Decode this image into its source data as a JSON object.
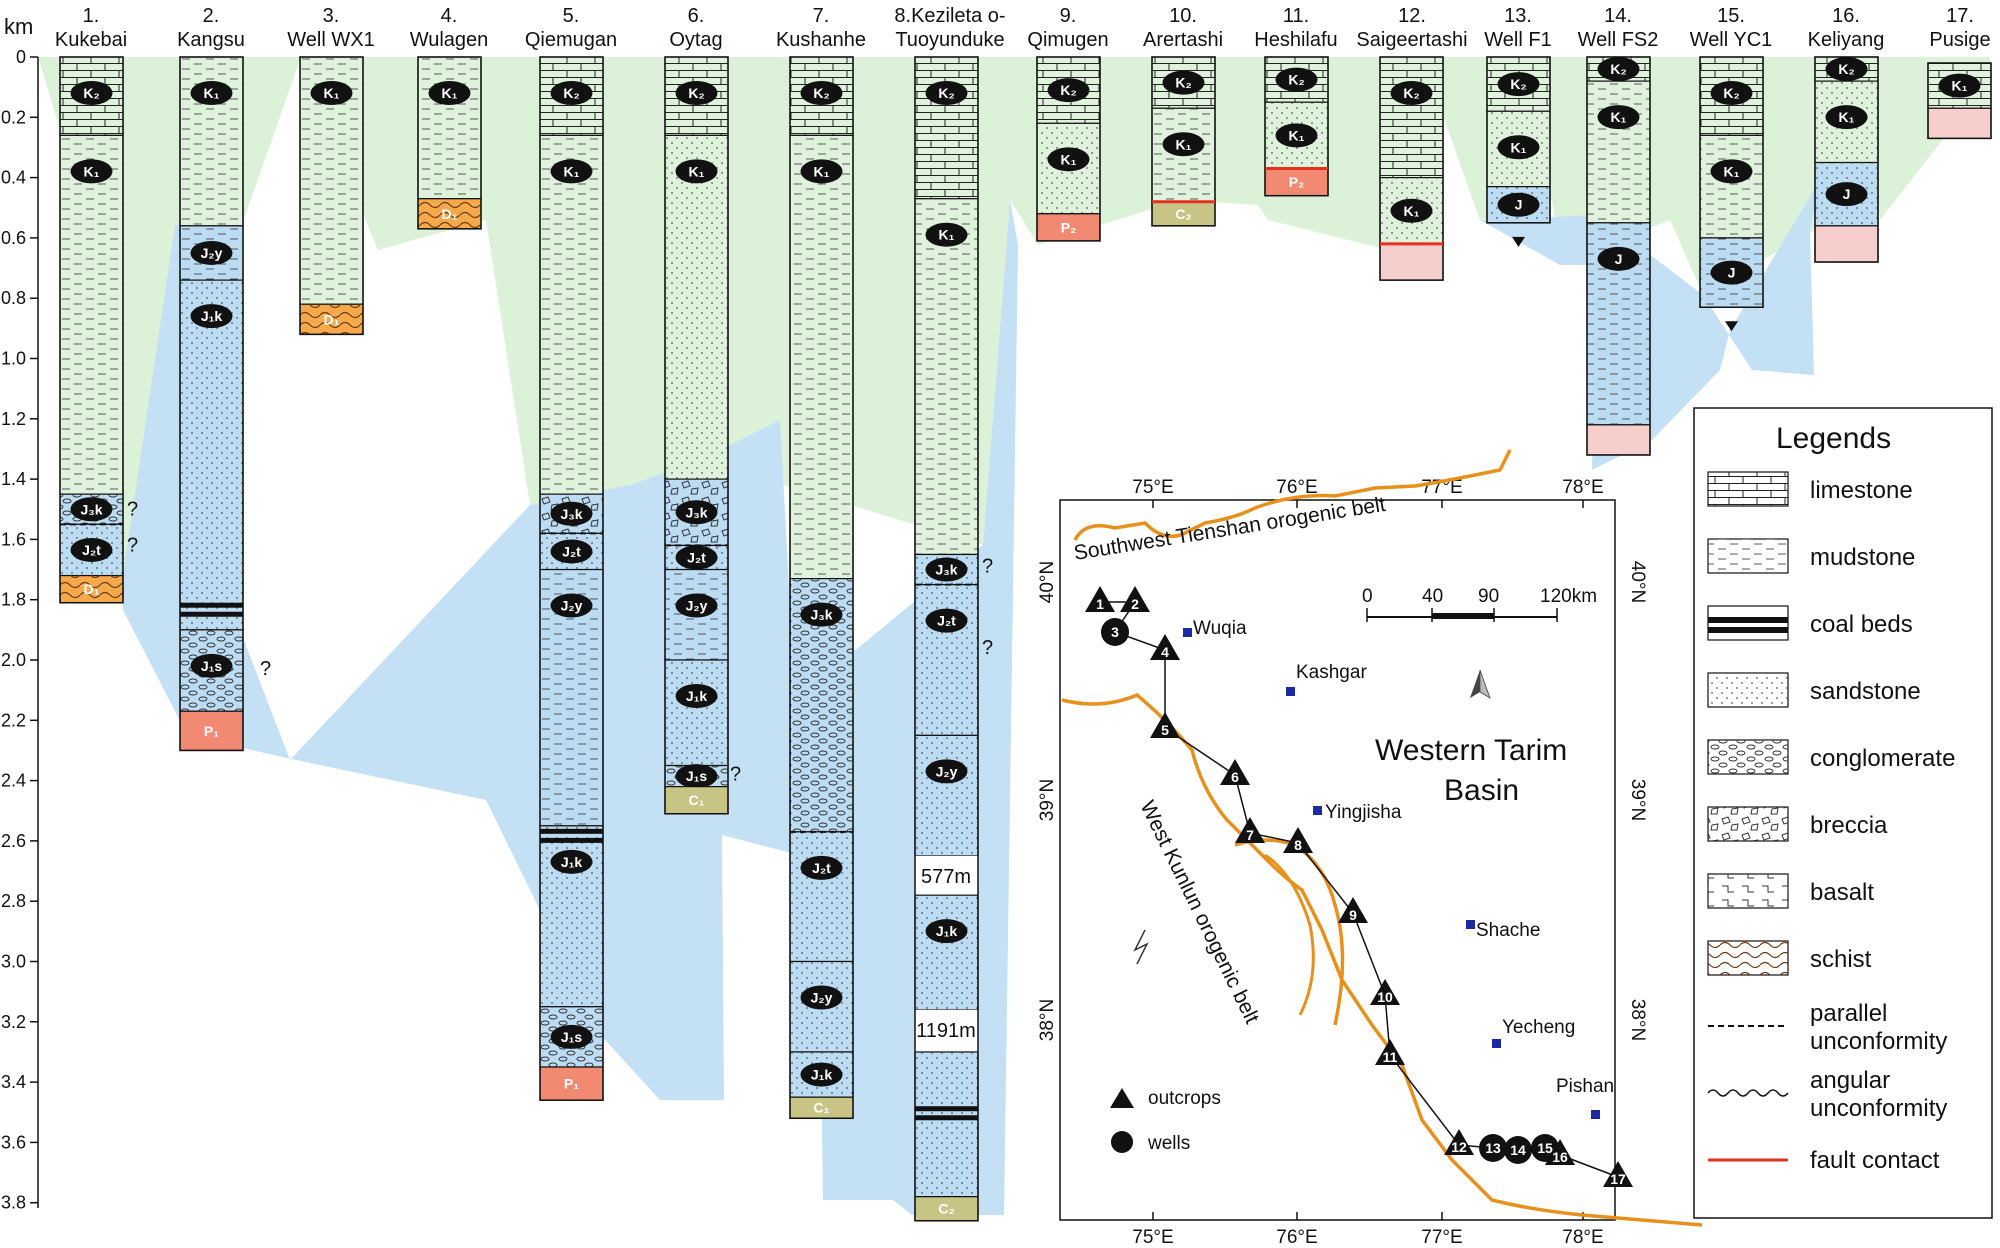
{
  "axis": {
    "unit_label": "km",
    "ticks": [
      "0",
      "0.2",
      "0.4",
      "0.6",
      "0.8",
      "1.0",
      "1.2",
      "1.4",
      "1.6",
      "1.8",
      "2.0",
      "2.2",
      "2.4",
      "2.6",
      "2.8",
      "3.0",
      "3.2",
      "3.4",
      "3.6",
      "3.8"
    ]
  },
  "columns": [
    {
      "number": "1.",
      "name": "Kukebai"
    },
    {
      "number": "2.",
      "name": "Kangsu"
    },
    {
      "number": "3.",
      "name": "Well WX1"
    },
    {
      "number": "4.",
      "name": "Wulagen"
    },
    {
      "number": "5.",
      "name": "Qiemugan"
    },
    {
      "number": "6.",
      "name": "Oytag"
    },
    {
      "number": "7.",
      "name": "Kushanhe"
    },
    {
      "number": "8.Kezileta o-",
      "name": "Tuoyunduke"
    },
    {
      "number": "9.",
      "name": "Qimugen"
    },
    {
      "number": "10.",
      "name": "Arertashi"
    },
    {
      "number": "11.",
      "name": "Heshilafu"
    },
    {
      "number": "12.",
      "name": "Saigeertashi"
    },
    {
      "number": "13.",
      "name": "Well F1"
    },
    {
      "number": "14.",
      "name": "Well FS2"
    },
    {
      "number": "15.",
      "name": "Well YC1"
    },
    {
      "number": "16.",
      "name": "Keliyang"
    },
    {
      "number": "17.",
      "name": "Pusige"
    }
  ],
  "units": {
    "K2": "K₂",
    "K1": "K₁",
    "J3k": "J₃k",
    "J2t": "J₂t",
    "J2y": "J₂y",
    "J1k": "J₁k",
    "J1s": "J₁s",
    "J": "J",
    "D1": "D₁",
    "P1": "P₁",
    "P2": "P₂",
    "C1": "C₁",
    "C2": "C₂"
  },
  "gap_labels": {
    "gap_1": "577m",
    "gap_2": "1191m"
  },
  "question_mark": "?",
  "legend": {
    "title": "Legends",
    "items": [
      {
        "id": "limestone",
        "label": "limestone"
      },
      {
        "id": "mudstone",
        "label": "mudstone"
      },
      {
        "id": "coal",
        "label": "coal beds"
      },
      {
        "id": "sandstone",
        "label": "sandstone"
      },
      {
        "id": "conglomerate",
        "label": "conglomerate"
      },
      {
        "id": "breccia",
        "label": "breccia"
      },
      {
        "id": "basalt",
        "label": "basalt"
      },
      {
        "id": "schist",
        "label": "schist"
      },
      {
        "id": "parallel",
        "label": "parallel",
        "label2": "unconformity"
      },
      {
        "id": "angular",
        "label": "angular",
        "label2": "unconformity"
      },
      {
        "id": "fault",
        "label": "fault contact"
      }
    ]
  },
  "map": {
    "lon_labels": [
      "75°E",
      "76°E",
      "77°E",
      "78°E"
    ],
    "lat_labels_left": [
      "40°N",
      "39°N",
      "38°N"
    ],
    "lat_labels_right": [
      "40°N",
      "39°N",
      "38°N"
    ],
    "scale_labels": [
      "0",
      "40",
      "90",
      "120km"
    ],
    "region_label_1": "Western Tarim",
    "region_label_2": "Basin",
    "belt_tienshan": "Southwest Tienshan orogenic belt",
    "belt_kunlun": "West Kunlun orogenic belt",
    "towns": [
      "Wuqia",
      "Kashgar",
      "Yingjisha",
      "Shache",
      "Yecheng",
      "Pishan"
    ],
    "key_outcrops": "outcrops",
    "key_wells": "wells",
    "sites": [
      "1",
      "2",
      "3",
      "4",
      "5",
      "6",
      "7",
      "8",
      "9",
      "10",
      "11",
      "12",
      "13",
      "14",
      "15",
      "16",
      "17"
    ]
  },
  "colors": {
    "k_green": "#dff3dc",
    "j_blue": "#bcdcf3",
    "band_green": "#dcf2d8",
    "band_blue": "#c4e0f4",
    "d_orange": "#f5a94a",
    "p_red": "#f28a73",
    "p_pink": "#f6cfcc",
    "c_olive": "#c8c485",
    "fault_red": "#e53020",
    "map_orange": "#e8901c",
    "town_blue": "#1a2aa0"
  }
}
